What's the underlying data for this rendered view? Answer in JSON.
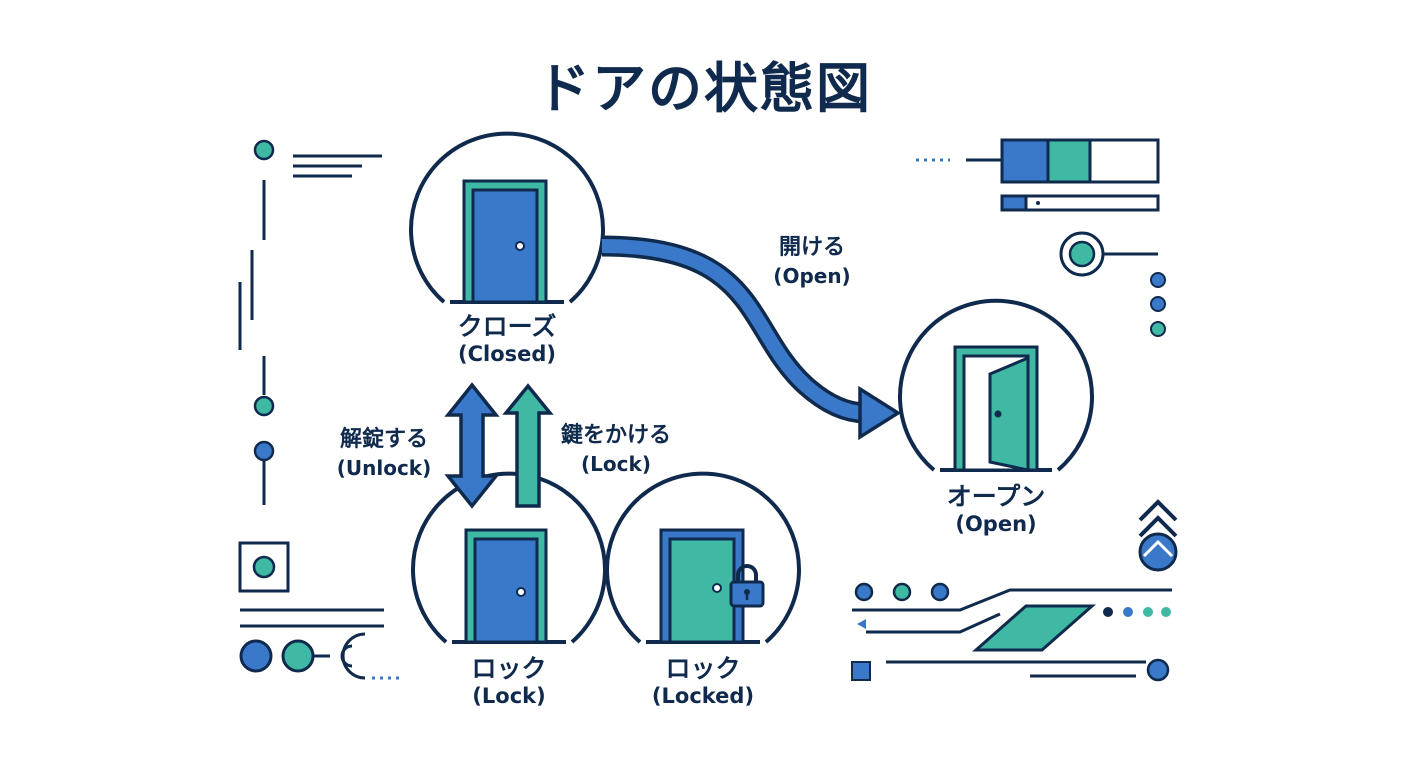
{
  "title": "ドアの状態図",
  "colors": {
    "navy": "#0f2a4d",
    "blue": "#3a78c9",
    "teal": "#3fb9a4"
  },
  "states": {
    "closed": {
      "jp": "クローズ",
      "en": "(Closed)",
      "icon": "closed-door-icon"
    },
    "open": {
      "jp": "オープン",
      "en": "(Open)",
      "icon": "open-door-icon"
    },
    "lock": {
      "jp": "ロック",
      "en": "(Lock)",
      "icon": "closed-door-icon"
    },
    "locked": {
      "jp": "ロック",
      "en": "(Locked)",
      "icon": "locked-door-icon"
    }
  },
  "transitions": {
    "open": {
      "jp": "開ける",
      "en": "(Open)"
    },
    "unlock": {
      "jp": "解錠する",
      "en": "(Unlock)"
    },
    "lock": {
      "jp": "鍵をかける",
      "en": "(Lock)"
    }
  }
}
